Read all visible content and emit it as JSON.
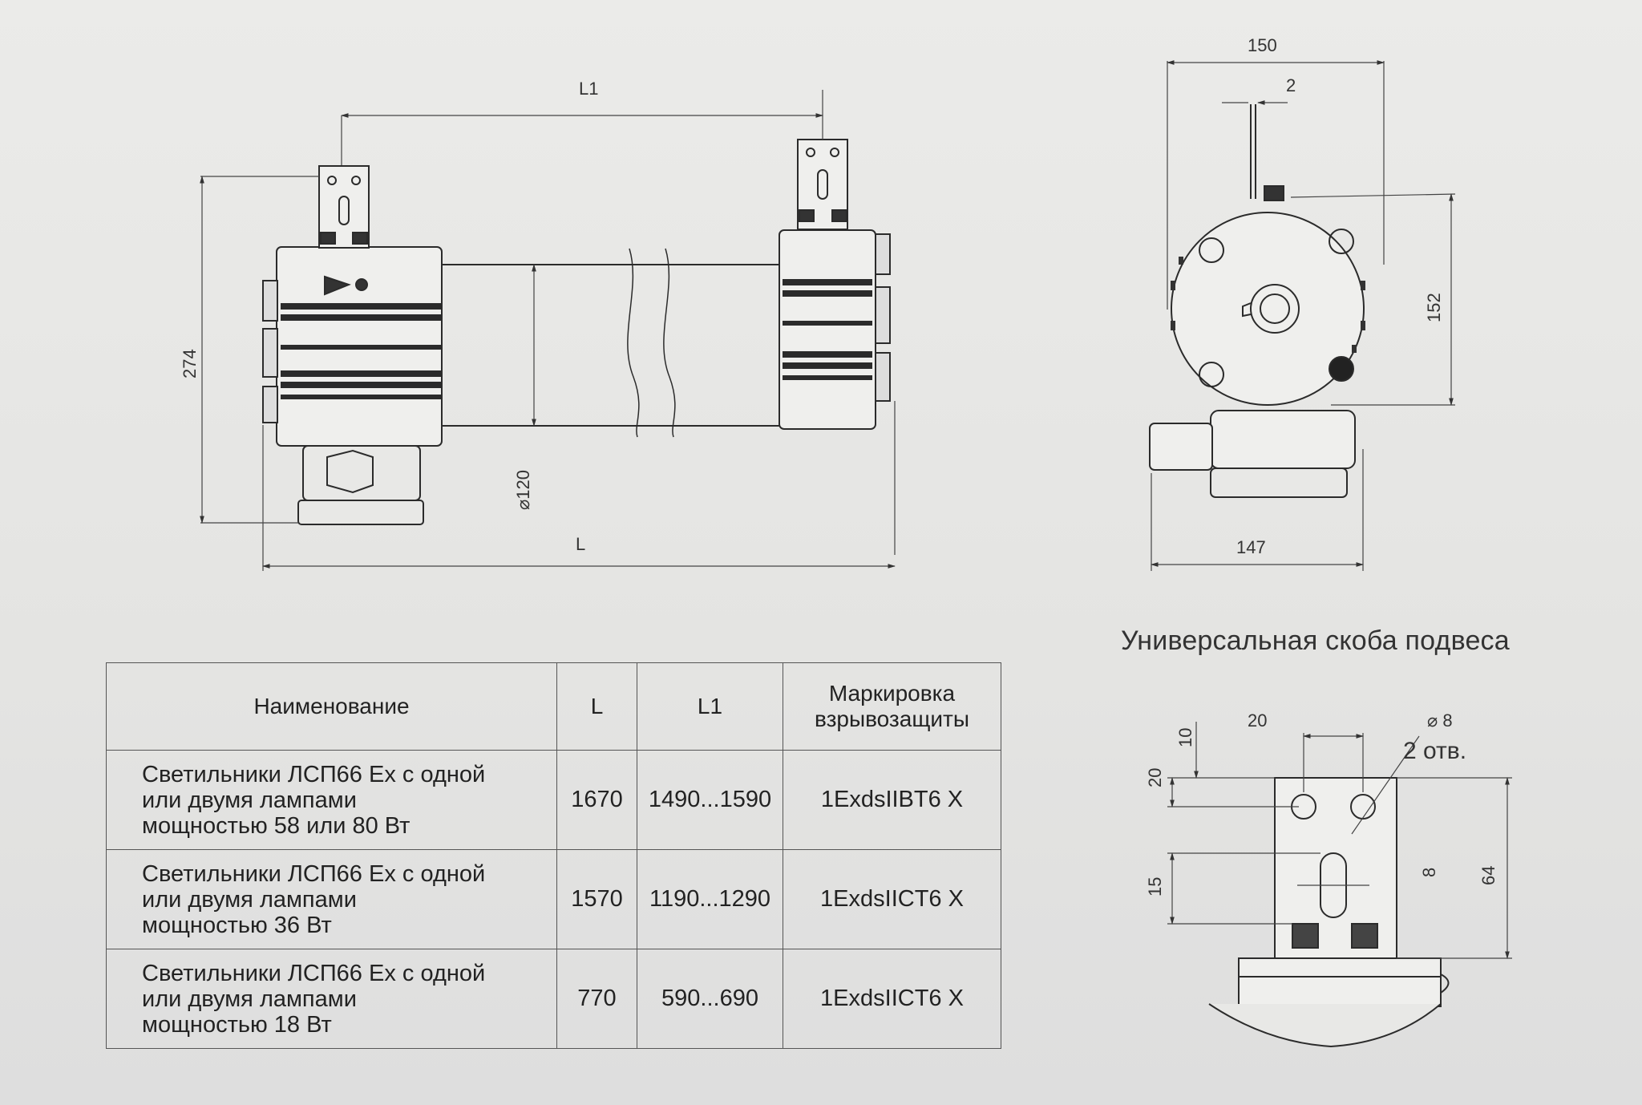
{
  "side_view": {
    "dim_l1": "L1",
    "dim_l": "L",
    "dim_height": "274",
    "dim_diameter": "⌀120"
  },
  "end_view": {
    "dim_width_top": "150",
    "dim_gap": "2",
    "dim_height": "152",
    "dim_width_bottom": "147"
  },
  "bracket": {
    "caption": "Универсальная скоба подвеса",
    "dim_spacing": "20",
    "dim_hole": "⌀ 8",
    "dim_holes_count": "2 отв.",
    "dim_top": "10",
    "dim_20": "20",
    "dim_15": "15",
    "dim_slot": "8",
    "dim_height": "64"
  },
  "table": {
    "headers": [
      "Наименование",
      "L",
      "L1",
      "Маркировка взрывозащиты"
    ],
    "header_marking_lines": [
      "Маркировка",
      "взрывозащиты"
    ],
    "rows": [
      {
        "name_lines": [
          "Светильники ЛСП66 Ex с одной",
          "или двумя лампами",
          "мощностью 58 или 80 Вт"
        ],
        "L": "1670",
        "L1": "1490...1590",
        "marking": "1ExdsIIBT6 X"
      },
      {
        "name_lines": [
          "Светильники ЛСП66 Ex с одной",
          "или двумя лампами",
          "мощностью 36 Вт"
        ],
        "L": "1570",
        "L1": "1190...1290",
        "marking": "1ExdsIICT6 X"
      },
      {
        "name_lines": [
          "Светильники ЛСП66 Ex с одной",
          "или двумя лампами",
          "мощностью 18 Вт"
        ],
        "L": "770",
        "L1": "590...690",
        "marking": "1ExdsIICT6 X"
      }
    ]
  }
}
